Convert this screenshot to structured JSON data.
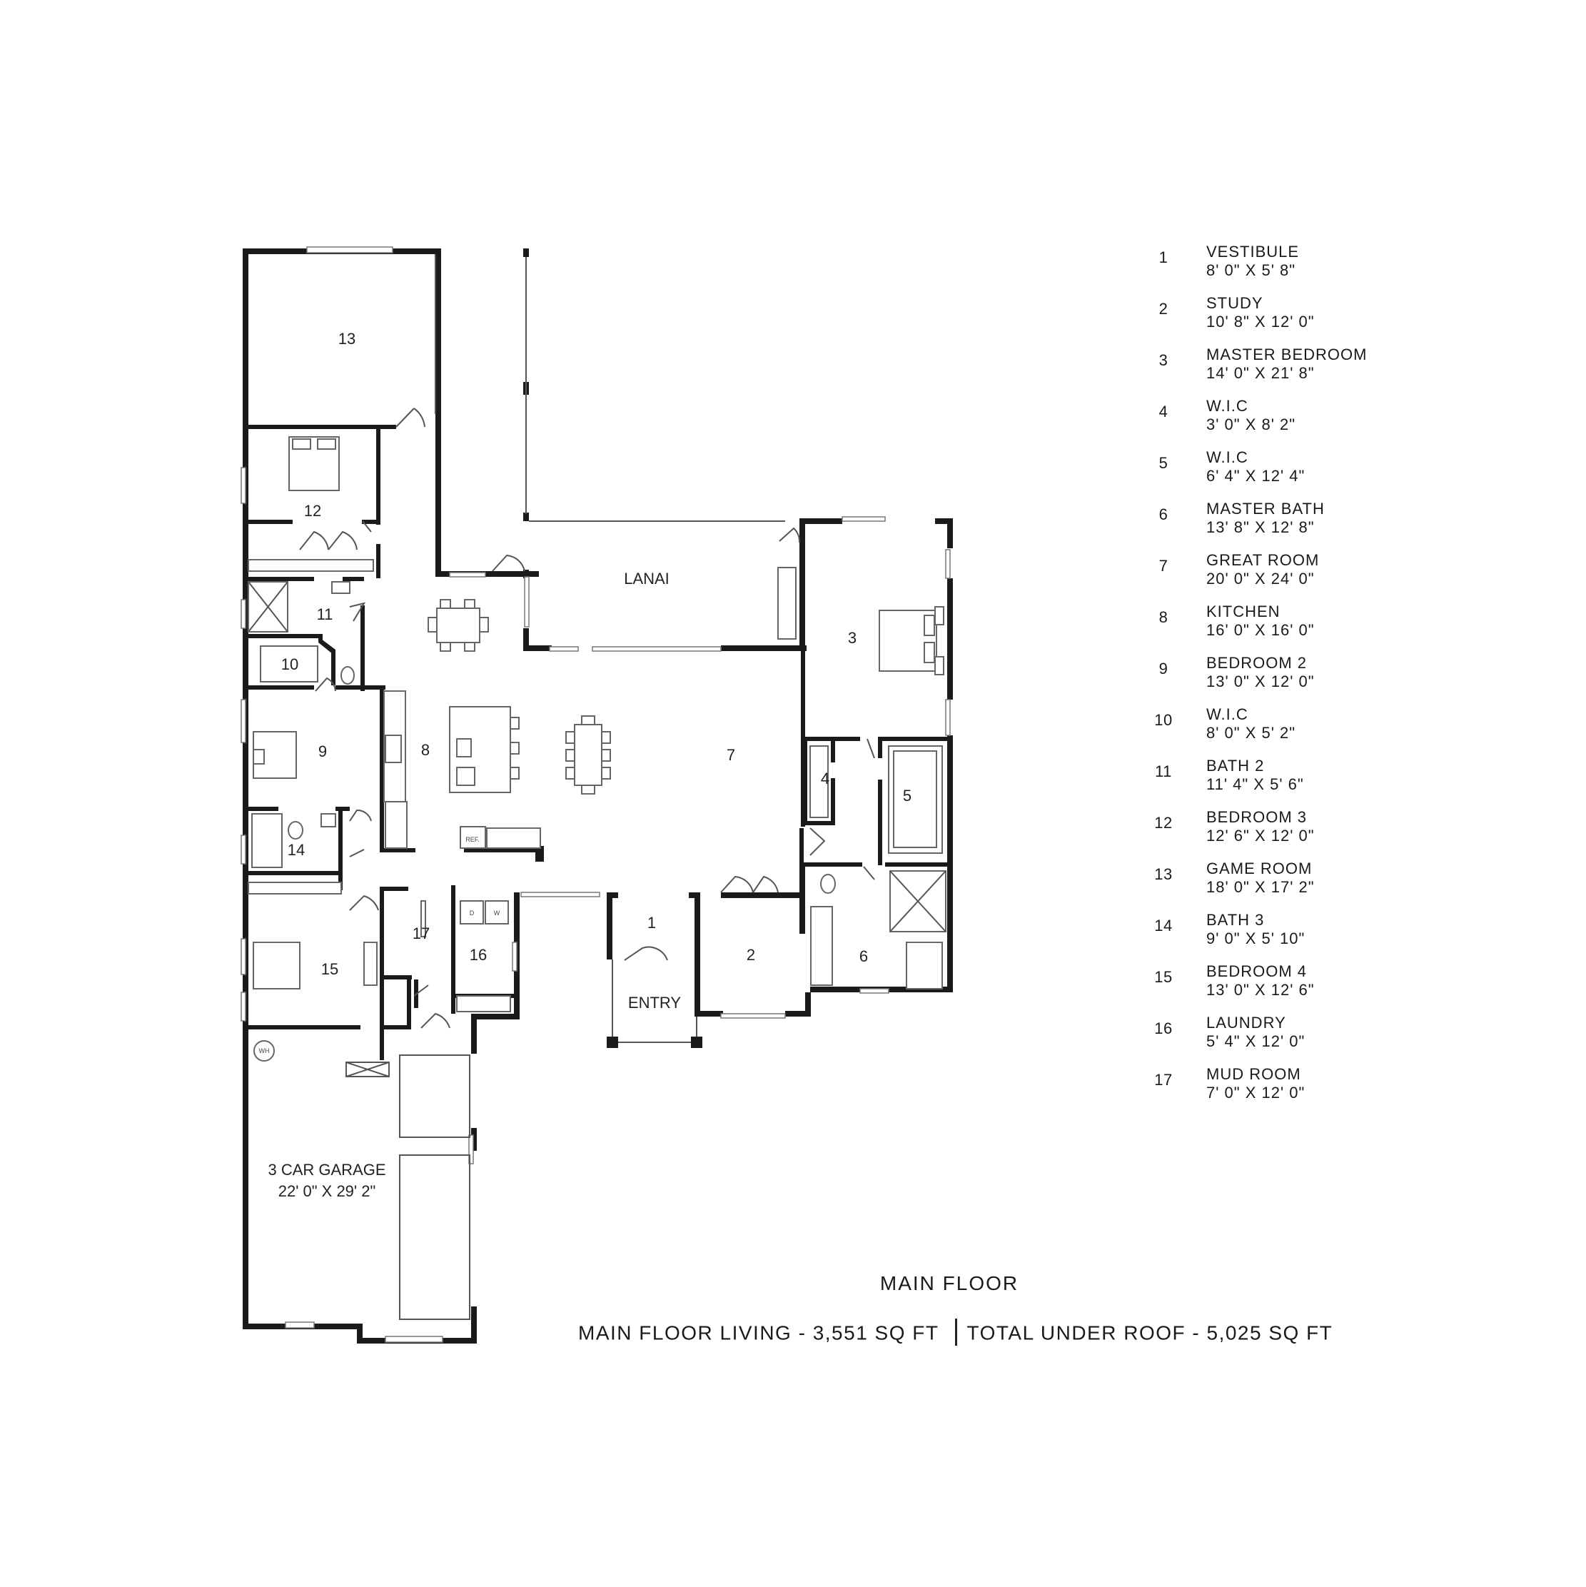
{
  "plan": {
    "room_labels": {
      "r1": "1",
      "r2": "2",
      "r3": "3",
      "r4": "4",
      "r5": "5",
      "r6": "6",
      "r7": "7",
      "r8": "8",
      "r9": "9",
      "r10": "10",
      "r11": "11",
      "r12": "12",
      "r13": "13",
      "r14": "14",
      "r15": "15",
      "r16": "16",
      "r17": "17",
      "lanai": "LANAI",
      "entry": "ENTRY",
      "garage_name": "3 CAR GARAGE",
      "garage_dim": "22' 0\" X 29' 2\""
    },
    "appliance_labels": {
      "ref": "REF.",
      "dryer": "D",
      "washer": "W",
      "water_heater": "WH"
    }
  },
  "legend": [
    {
      "num": "1",
      "name": "VESTIBULE",
      "dim": "8' 0\" X 5' 8\""
    },
    {
      "num": "2",
      "name": "STUDY",
      "dim": "10' 8\" X 12' 0\""
    },
    {
      "num": "3",
      "name": "MASTER BEDROOM",
      "dim": "14' 0\" X 21' 8\""
    },
    {
      "num": "4",
      "name": "W.I.C",
      "dim": "3' 0\" X 8' 2\""
    },
    {
      "num": "5",
      "name": "W.I.C",
      "dim": "6' 4\" X 12' 4\""
    },
    {
      "num": "6",
      "name": "MASTER BATH",
      "dim": "13' 8\" X 12' 8\""
    },
    {
      "num": "7",
      "name": "GREAT ROOM",
      "dim": "20' 0\" X 24' 0\""
    },
    {
      "num": "8",
      "name": "KITCHEN",
      "dim": "16' 0\" X 16' 0\""
    },
    {
      "num": "9",
      "name": "BEDROOM 2",
      "dim": "13' 0\" X 12' 0\""
    },
    {
      "num": "10",
      "name": "W.I.C",
      "dim": "8' 0\" X 5' 2\""
    },
    {
      "num": "11",
      "name": "BATH 2",
      "dim": "11' 4\" X 5' 6\""
    },
    {
      "num": "12",
      "name": "BEDROOM 3",
      "dim": "12' 6\" X 12' 0\""
    },
    {
      "num": "13",
      "name": "GAME ROOM",
      "dim": "18' 0\" X 17' 2\""
    },
    {
      "num": "14",
      "name": "BATH 3",
      "dim": "9' 0\" X 5' 10\""
    },
    {
      "num": "15",
      "name": "BEDROOM 4",
      "dim": "13' 0\" X 12' 6\""
    },
    {
      "num": "16",
      "name": "LAUNDRY",
      "dim": "5' 4\" X 12' 0\""
    },
    {
      "num": "17",
      "name": "MUD ROOM",
      "dim": "7' 0\" X 12' 0\""
    }
  ],
  "footer": {
    "title": "MAIN FLOOR",
    "living": "MAIN FLOOR LIVING - 3,551 SQ FT",
    "total": "TOTAL UNDER ROOF - 5,025 SQ FT"
  }
}
